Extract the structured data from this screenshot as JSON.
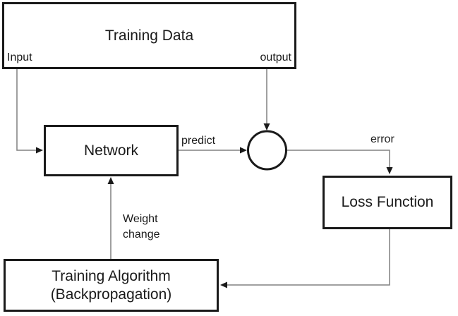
{
  "nodes": {
    "training_data": "Training Data",
    "network": "Network",
    "loss_function": "Loss Function",
    "training_algorithm": "Training Algorithm\n(Backpropagation)"
  },
  "edge_labels": {
    "input": "Input",
    "output": "output",
    "predict": "predict",
    "error": "error",
    "weight_change": "Weight\nchange"
  },
  "colors": {
    "background": "#ffffff",
    "box_border": "#1a1a1a",
    "connector_line": "#808080",
    "arrowhead": "#1a1a1a",
    "text": "#1a1a1a"
  }
}
